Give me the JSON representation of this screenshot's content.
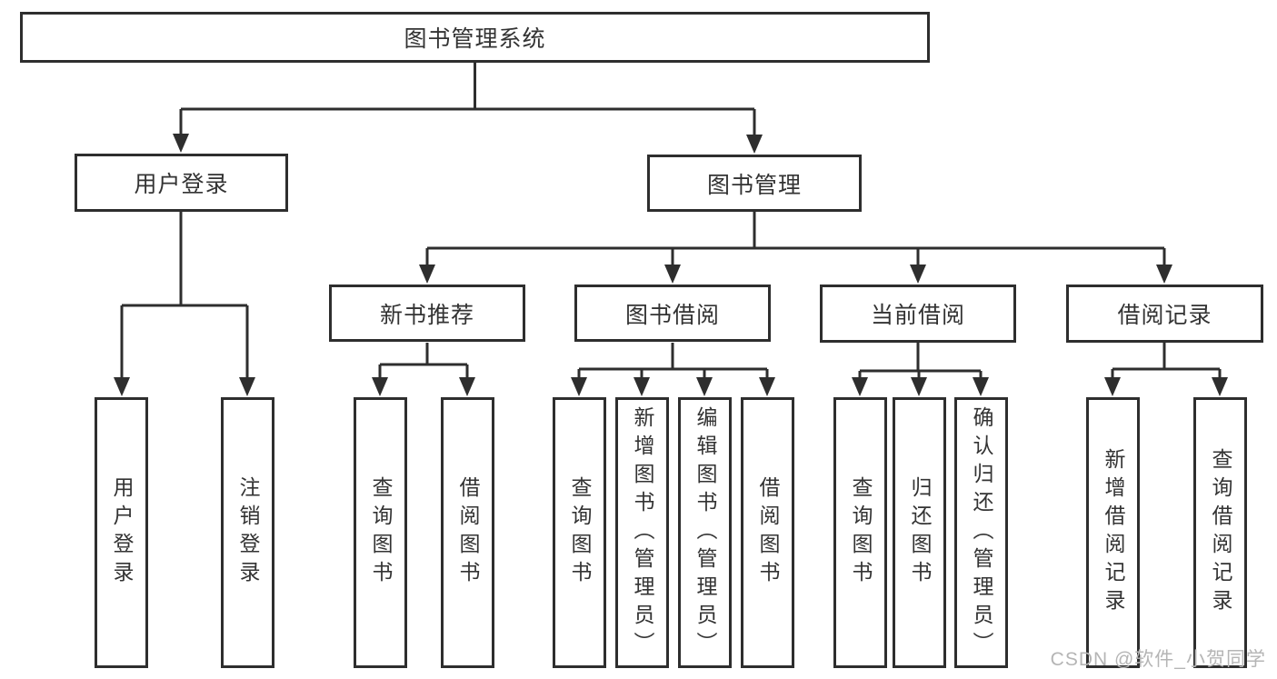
{
  "diagram": {
    "title": "图书管理系统",
    "watermark": "CSDN @软件_小贺同学",
    "colors": {
      "line": "#2e2e2e",
      "text": "#333333",
      "box_background": "#ffffff",
      "watermark": "#b5b5b5"
    },
    "nodes": {
      "root": "图书管理系统",
      "user_login": "用户登录",
      "book_mgmt": "图书管理",
      "login_leaf": "用户登录",
      "logout_leaf": "注销登录",
      "new_rec": "新书推荐",
      "borrow": "图书借阅",
      "current": "当前借阅",
      "records": "借阅记录",
      "rec_query": "查询图书",
      "rec_borrow": "借阅图书",
      "bor_query": "查询图书",
      "bor_add": "新增图书（管理员）",
      "bor_edit": "编辑图书（管理员）",
      "bor_borrow": "借阅图书",
      "cur_query": "查询图书",
      "cur_return": "归还图书",
      "cur_confirm": "确认归还（管理员）",
      "recd_add": "新增借阅记录",
      "recd_query": "查询借阅记录"
    },
    "hierarchy": {
      "图书管理系统": {
        "用户登录": [
          "用户登录",
          "注销登录"
        ],
        "图书管理": {
          "新书推荐": [
            "查询图书",
            "借阅图书"
          ],
          "图书借阅": [
            "查询图书",
            "新增图书（管理员）",
            "编辑图书（管理员）",
            "借阅图书"
          ],
          "当前借阅": [
            "查询图书",
            "归还图书",
            "确认归还（管理员）"
          ],
          "借阅记录": [
            "新增借阅记录",
            "查询借阅记录"
          ]
        }
      }
    }
  }
}
